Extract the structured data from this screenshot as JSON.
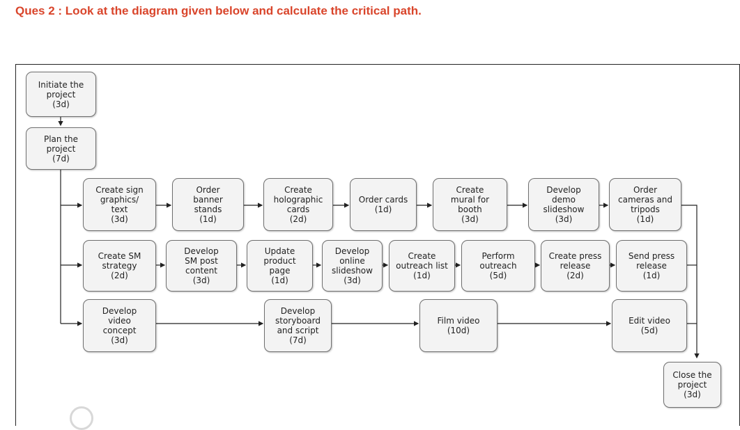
{
  "question": "Ques 2 : Look at the diagram given below and calculate the critical path.",
  "nodes": {
    "initiate": "Initiate the\nproject\n(3d)",
    "plan": "Plan the\nproject\n(7d)",
    "sign_graphics": "Create sign\ngraphics/\ntext\n(3d)",
    "banner_stands": "Order\nbanner\nstands\n(1d)",
    "holographic_cards": "Create\nholographic\ncards\n(2d)",
    "order_cards": "Order cards\n(1d)",
    "mural": "Create\nmural for\nbooth\n(3d)",
    "demo_slideshow": "Develop\ndemo\nslideshow\n(3d)",
    "cameras_tripods": "Order\ncameras and\ntripods\n(1d)",
    "sm_strategy": "Create SM\nstrategy\n(2d)",
    "sm_post": "Develop\nSM post\ncontent\n(3d)",
    "product_page": "Update\nproduct\npage\n(1d)",
    "online_slideshow": "Develop\nonline\nslideshow\n(3d)",
    "outreach_list": "Create\noutreach list\n(1d)",
    "perform_outreach": "Perform\noutreach\n(5d)",
    "press_release": "Create press\nrelease\n(2d)",
    "send_press": "Send press\nrelease\n(1d)",
    "video_concept": "Develop\nvideo\nconcept\n(3d)",
    "storyboard": "Develop\nstoryboard\nand script\n(7d)",
    "film_video": "Film video\n(10d)",
    "edit_video": "Edit video\n(5d)",
    "close": "Close the\nproject\n(3d)"
  }
}
